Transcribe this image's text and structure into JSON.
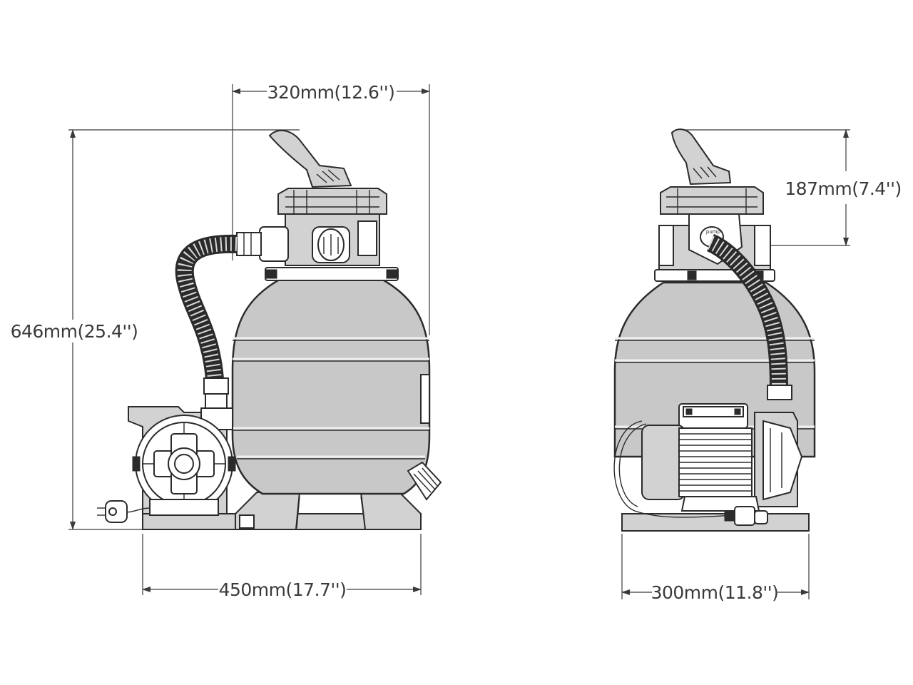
{
  "dimensions": {
    "front_width": "320mm(12.6'')",
    "front_height": "646mm(25.4'')",
    "base_width": "450mm(17.7'')",
    "side_valve_height": "187mm(7.4'')",
    "side_base_width": "300mm(11.8'')"
  },
  "labels": {
    "pump_brand": "pump"
  },
  "colors": {
    "line": "#2b2b2b",
    "body": "#c8c8c8",
    "text": "#3a3a3a",
    "background": "#ffffff"
  }
}
